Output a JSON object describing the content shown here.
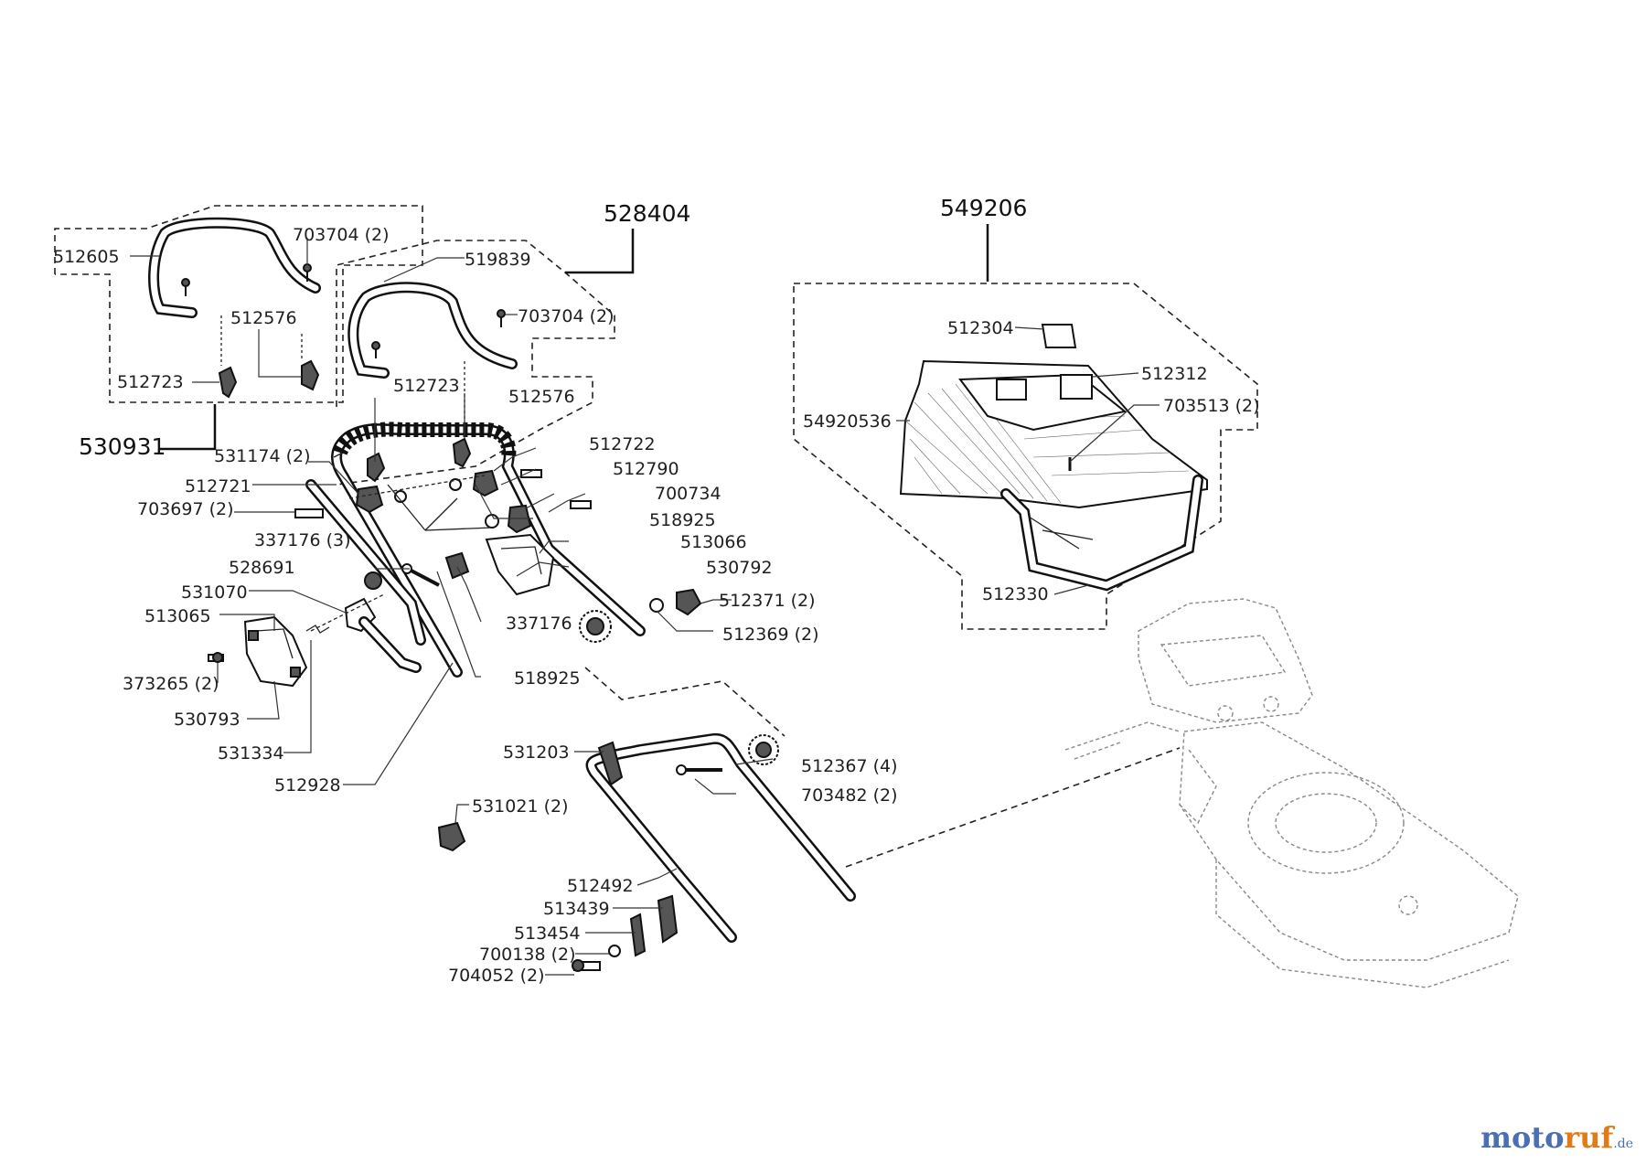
{
  "assemblies": {
    "upper_handle_set": "530931",
    "handle_set": "528404",
    "grass_catcher": "549206"
  },
  "labels": {
    "l512605": "512605",
    "l703704a": "703704 (2)",
    "l512576a": "512576",
    "l512723a": "512723",
    "l519839": "519839",
    "l703704b": "703704 (2)",
    "l512723b": "512723",
    "l512576b": "512576",
    "l531174": "531174 (2)",
    "l512722": "512722",
    "l512790": "512790",
    "l512721": "512721",
    "l703697": "703697 (2)",
    "l700734": "700734",
    "l518925a": "518925",
    "l337176a": "337176 (3)",
    "l513066": "513066",
    "l528691": "528691",
    "l530792": "530792",
    "l531070": "531070",
    "l512371": "512371 (2)",
    "l513065": "513065",
    "l337176b": "337176",
    "l512369": "512369 (2)",
    "l373265": "373265 (2)",
    "l518925b": "518925",
    "l530793": "530793",
    "l531334": "531334",
    "l512928": "512928",
    "l531203": "531203",
    "l512367": "512367 (4)",
    "l703482": "703482 (2)",
    "l531021": "531021 (2)",
    "l512492": "512492",
    "l513439": "513439",
    "l513454": "513454",
    "l700138": "700138 (2)",
    "l704052": "704052 (2)",
    "l512304": "512304",
    "l512312": "512312",
    "l54920536": "54920536",
    "l703513": "703513 (2)",
    "l512330": "512330"
  },
  "logo": {
    "main": "motoruf",
    "suffix": ".de"
  }
}
